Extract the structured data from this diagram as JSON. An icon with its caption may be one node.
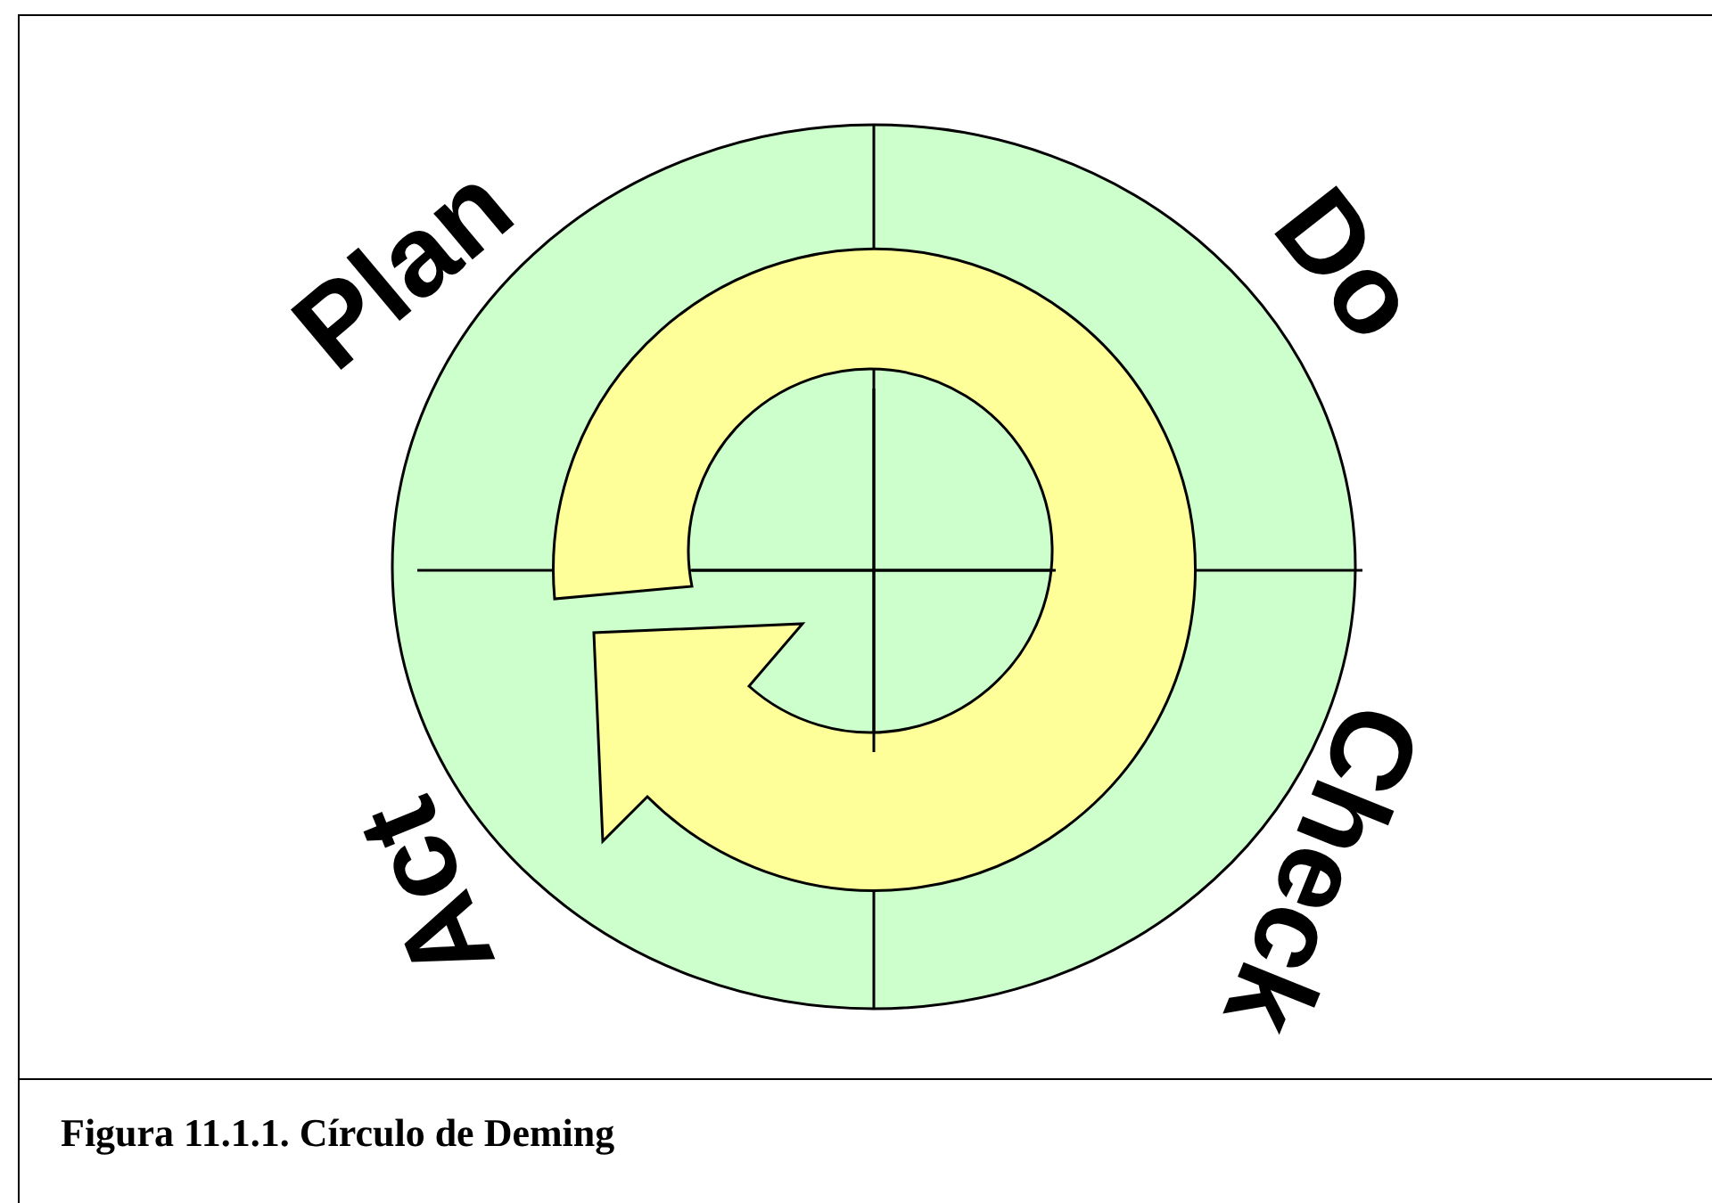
{
  "diagram": {
    "caption": "Figura 11.1.1. Círculo de Deming",
    "labels": [
      "Plan",
      "Do",
      "Check",
      "Act"
    ]
  }
}
